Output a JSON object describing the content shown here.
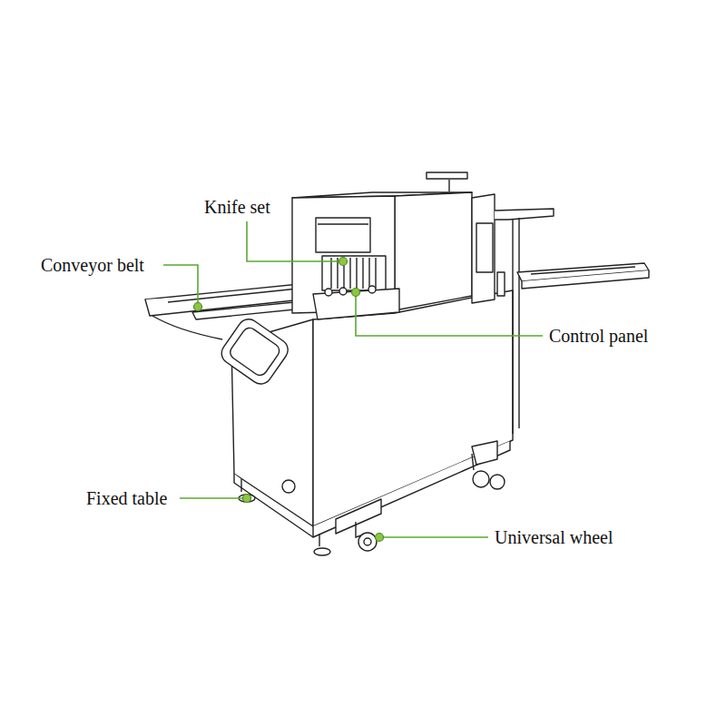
{
  "diagram": {
    "labels": [
      "Knife set",
      "Conveyor belt",
      "Control panel",
      "Fixed table",
      "Universal wheel"
    ]
  }
}
